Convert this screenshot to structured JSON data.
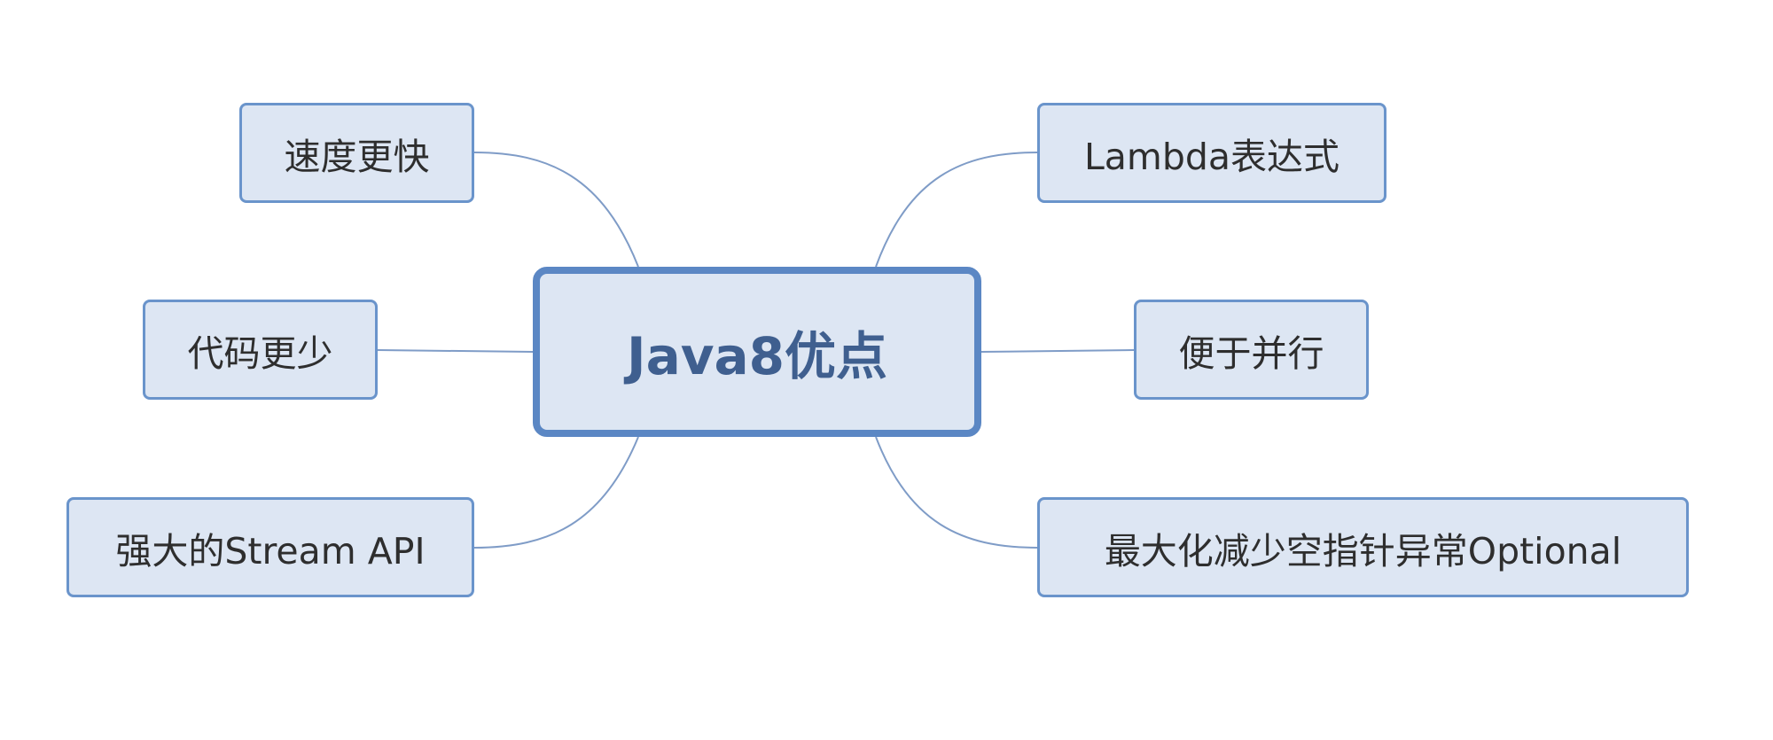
{
  "diagram": {
    "type": "mind-map",
    "center": {
      "label": "Java8优点"
    },
    "branches": {
      "left": [
        {
          "id": "speed",
          "label": "速度更快"
        },
        {
          "id": "code",
          "label": "代码更少"
        },
        {
          "id": "stream",
          "label": "强大的Stream API"
        }
      ],
      "right": [
        {
          "id": "lambda",
          "label": "Lambda表达式"
        },
        {
          "id": "parallel",
          "label": "便于并行"
        },
        {
          "id": "optional",
          "label": "最大化减少空指针异常Optional"
        }
      ]
    }
  },
  "colors": {
    "node_fill": "#dde6f3",
    "node_border": "#6a94cb",
    "center_border": "#5b87c4",
    "center_text": "#3f5f8f",
    "connector": "#7f9cc7",
    "text": "#2e2e2e"
  }
}
